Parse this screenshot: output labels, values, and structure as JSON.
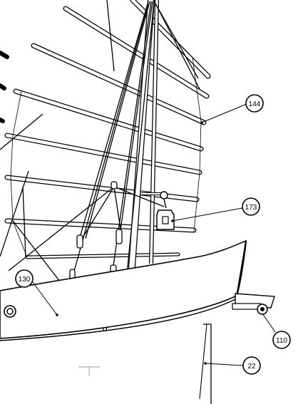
{
  "drawing": {
    "type": "ship-sail-plan-detail",
    "callouts": [
      {
        "id": "c144",
        "label": "144"
      },
      {
        "id": "c173",
        "label": "173"
      },
      {
        "id": "c130",
        "label": "130"
      },
      {
        "id": "c110",
        "label": "110"
      },
      {
        "id": "c22",
        "label": "22"
      }
    ]
  }
}
